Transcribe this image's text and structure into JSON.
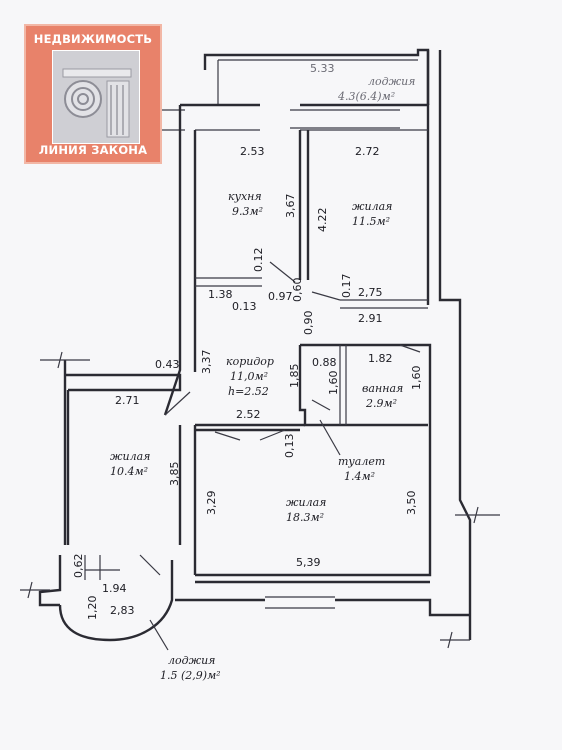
{
  "logo": {
    "line1": "НЕДВИЖИМОСТЬ",
    "line2": "ЛИНИЯ ЗАКОНА"
  },
  "rooms": {
    "loggia_top": {
      "name": "лоджия",
      "area": "4.3(6.4)м²"
    },
    "kitchen": {
      "name": "кухня",
      "area": "9.3м²"
    },
    "living_ne": {
      "name": "жилая",
      "area": "11.5м²"
    },
    "corridor": {
      "name": "коридор",
      "area": "11,0м²",
      "height": "h=2.52"
    },
    "bathroom": {
      "name": "ванная",
      "area": "2.9м²"
    },
    "toilet": {
      "name": "туалет",
      "area": "1.4м²"
    },
    "living_w": {
      "name": "жилая",
      "area": "10.4м²"
    },
    "living_s": {
      "name": "жилая",
      "area": "18.3м²"
    },
    "loggia_bottom": {
      "name": "лоджия",
      "area": "1.5 (2,9)м²"
    }
  },
  "dimensions": {
    "d_5_33": "5.33",
    "d_2_53": "2.53",
    "d_2_72": "2.72",
    "d_3_67": "3,67",
    "d_4_22": "4.22",
    "d_0_12": "0.12",
    "d_1_38": "1.38",
    "d_0_13a": "0.13",
    "d_0_97": "0.97",
    "d_0_60": "0,60",
    "d_0_17": "0.17",
    "d_2_75": "2,75",
    "d_0_90": "0,90",
    "d_2_91": "2.91",
    "d_0_43": "0.43",
    "d_3_37": "3,37",
    "d_0_88": "0.88",
    "d_1_82": "1.82",
    "d_1_85": "1,85",
    "d_1_60a": "1,60",
    "d_1_60b": "1,60",
    "d_2_71": "2.71",
    "d_2_52": "2.52",
    "d_0_13b": "0,13",
    "d_3_85": "3,85",
    "d_3_29": "3,29",
    "d_3_50": "3,50",
    "d_5_39": "5,39",
    "d_0_62": "0,62",
    "d_1_94": "1.94",
    "d_1_20": "1,20",
    "d_2_83": "2,83"
  },
  "colors": {
    "logo_bg": "#e8826a",
    "wall": "#2b2b33"
  }
}
